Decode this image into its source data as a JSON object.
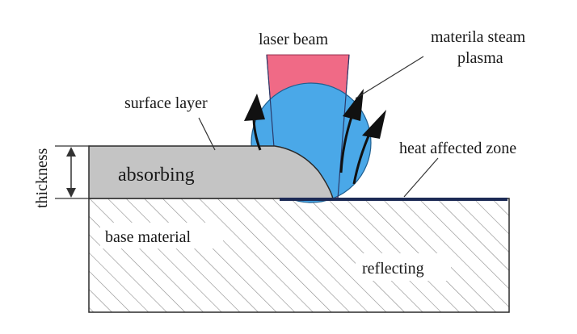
{
  "labels": {
    "laser_beam": "laser beam",
    "steam_line1": "materila steam",
    "steam_line2": "plasma",
    "surface_layer": "surface layer",
    "heat_zone": "heat affected zone",
    "thickness": "thickness",
    "absorbing": "absorbing",
    "base_material": "base material",
    "reflecting": "reflecting"
  },
  "colors": {
    "laser": "#f06a86",
    "plasma": "#4aa8e8",
    "surface_layer": "#c4c4c4",
    "hatch": "#8a8a8a",
    "outline": "#2a2a2a",
    "arrow": "#111111",
    "heat_zone_line": "#1c2a55"
  }
}
